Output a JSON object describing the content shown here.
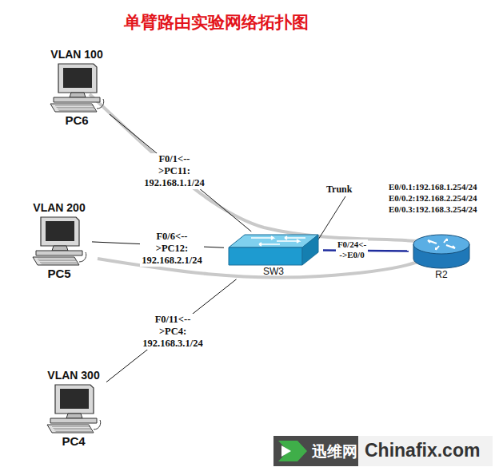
{
  "diagram": {
    "title": "单臂路由实验网络拓扑图",
    "nodes": [
      {
        "text": [
          "VLAN 100",
          "PC6"
        ]
      },
      {
        "text": [
          "VLAN 200",
          "PC5"
        ]
      },
      {
        "text": [
          "VLAN 300",
          "PC4"
        ]
      },
      {
        "text": [
          "SW3"
        ]
      },
      {
        "text": [
          "R2"
        ]
      }
    ],
    "edges": [
      {
        "from": 0,
        "to": 3,
        "arrow": "none",
        "label": "F0/1<-->PC11: 192.168.1.1/24"
      },
      {
        "from": 1,
        "to": 3,
        "arrow": "none",
        "label": "F0/6<-->PC12: 192.168.2.1/24"
      },
      {
        "from": 2,
        "to": 3,
        "arrow": "none",
        "label": "F0/11<-->PC4: 192.168.3.1/24"
      },
      {
        "from": 3,
        "to": 4,
        "arrow": "none",
        "label": "F0/24<-->E0/0"
      }
    ],
    "labels": [
      "Trunk",
      "E0/0.1:192.168.1.254/24",
      "E0/0.2:192.168.2.254/24",
      "E0/0.3:192.168.3.254/24",
      "迅维网",
      "Chinafix.com"
    ]
  }
}
